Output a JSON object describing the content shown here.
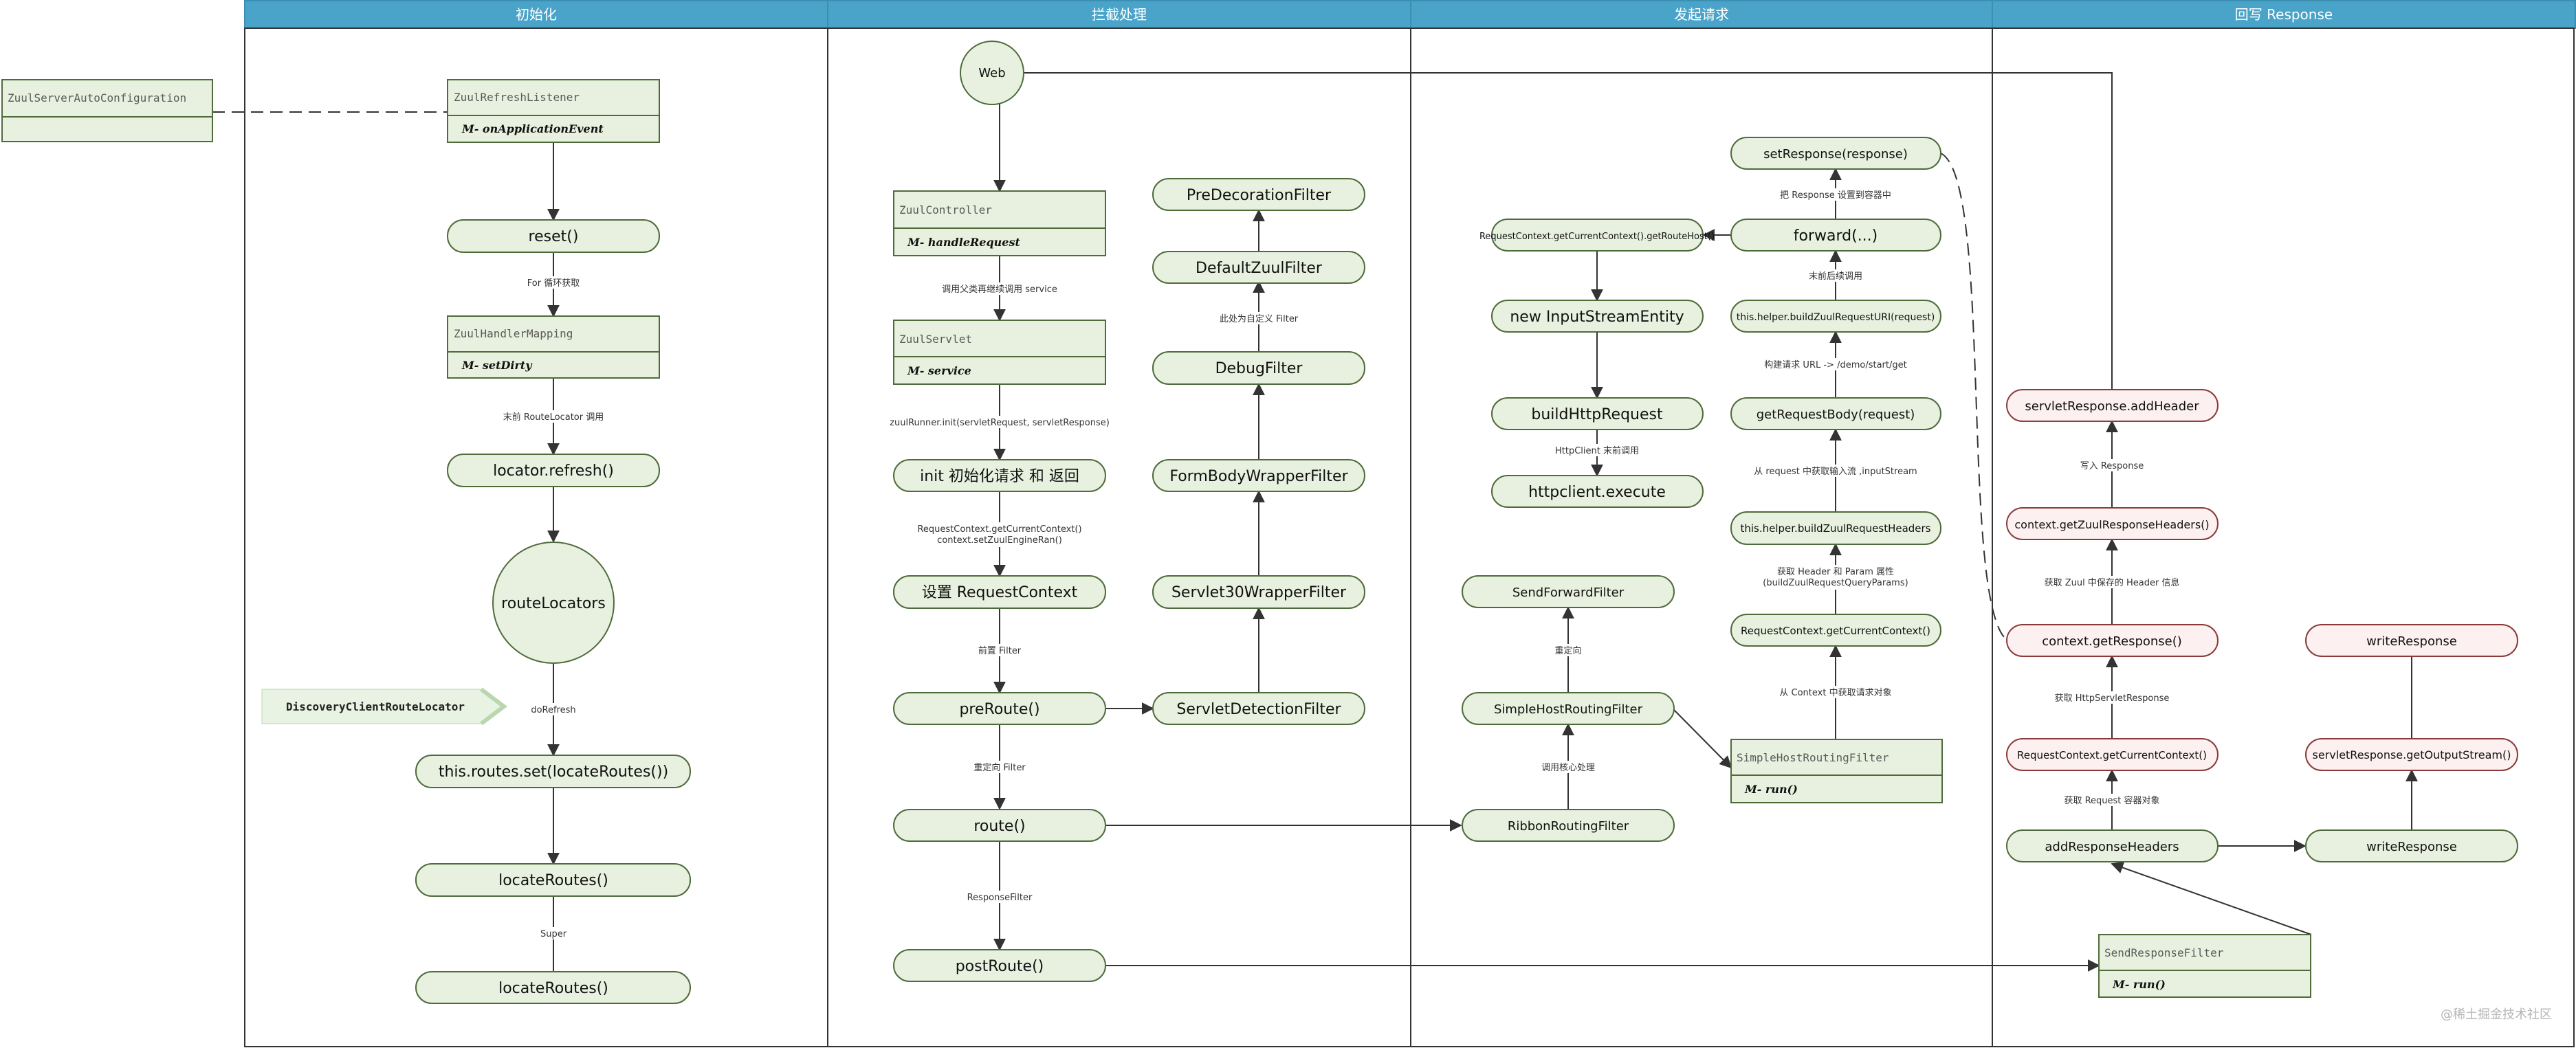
{
  "lanes": [
    "初始化",
    "拦截处理",
    "发起请求",
    "回写 Response"
  ],
  "nodes": {
    "reset": "reset()",
    "locator_refresh": "locator.refresh()",
    "route_locators": "routeLocators",
    "routes_set": "this.routes.set(locateRoutes())",
    "locate_routes_1": "locateRoutes()",
    "locate_routes_2": "locateRoutes()",
    "web": "Web",
    "init": "init 初始化请求 和 返回",
    "set_context": "设置 RequestContext",
    "pre_route": "preRoute()",
    "route": "route()",
    "post_route": "postRoute()",
    "pre_decoration": "PreDecorationFilter",
    "default_zuul": "DefaultZuulFilter",
    "debug_filter": "DebugFilter",
    "form_body": "FormBodyWrapperFilter",
    "servlet30": "Servlet30WrapperFilter",
    "servlet_detection": "ServletDetectionFilter",
    "get_route_host": "RequestContext.getCurrentContext().getRouteHost()",
    "new_input_stream": "new InputStreamEntity",
    "build_http_request": "buildHttpRequest",
    "httpclient_execute": "httpclient.execute",
    "send_forward": "SendForwardFilter",
    "simple_host_routing": "SimpleHostRoutingFilter",
    "ribbon_routing": "RibbonRoutingFilter",
    "set_response": "setResponse(response)",
    "forward": "forward(...)",
    "build_zuul_uri": "this.helper.buildZuulRequestURI(request)",
    "get_request_body": "getRequestBody(request)",
    "build_zuul_headers": "this.helper.buildZuulRequestHeaders",
    "get_current_context_1": "RequestContext.getCurrentContext()",
    "servlet_add_header": "servletResponse.addHeader",
    "get_zuul_headers": "context.getZuulResponseHeaders()",
    "context_get_response": "context.getResponse()",
    "get_current_context_2": "RequestContext.getCurrentContext()",
    "add_response_headers": "addResponseHeaders",
    "write_response_top": "writeResponse",
    "get_output_stream": "servletResponse.getOutputStream()",
    "write_response_bottom": "writeResponse"
  },
  "classes": {
    "auto_config": "ZuulServerAutoConfiguration",
    "refresh_listener": {
      "title": "ZuulRefreshListener",
      "method": "M- onApplicationEvent"
    },
    "handler_mapping": {
      "title": "ZuulHandlerMapping",
      "method": "M- setDirty"
    },
    "controller": {
      "title": "ZuulController",
      "method": "M- handleRequest"
    },
    "servlet": {
      "title": "ZuulServlet",
      "method": "M- service"
    },
    "simple_filter": {
      "title": "SimpleHostRoutingFilter",
      "method": "M- run()"
    },
    "send_response_filter": {
      "title": "SendResponseFilter",
      "method": "M- run()"
    }
  },
  "tag": "DiscoveryClientRouteLocator",
  "edge_labels": {
    "for_loop": "For 循环获取",
    "routelocator_call": "末前 RouteLocator 调用",
    "do_refresh": "doRefresh",
    "super": "Super",
    "parent_call": "调用父类再继续调用 service",
    "zuul_runner_init": "zuulRunner.init(servletRequest, servletResponse)",
    "context_line1": "RequestContext.getCurrentContext()",
    "context_line2": "context.setZuulEngineRan()",
    "pre_filter": "前置 Filter",
    "route_filter": "重定向 Filter",
    "response_filter": "ResponseFilter",
    "custom_filter": "此处为自定义 Filter",
    "write_response_ctx": "把 Response 设置到容器中",
    "forward_call": "末前后续调用",
    "build_url": "构建请求 URL -> /demo/start/get",
    "input_stream": "从 request 中获取输入流 ,inputStream",
    "header_param_1": "获取 Header 和 Param 属性",
    "header_param_2": "(buildZuulRequestQueryParams)",
    "context_object": "从 Context 中获取请求对象",
    "httpclient_call": "HttpClient 末前调用",
    "redirect": "重定向",
    "core_call": "调用核心处理",
    "write_resp": "写入 Response",
    "zuul_headers": "获取 Zuul 中保存的 Header 信息",
    "http_servlet": "获取 HttpServletResponse",
    "request_ctx": "获取 Request 容器对象"
  },
  "watermark": "@稀土掘金技术社区"
}
